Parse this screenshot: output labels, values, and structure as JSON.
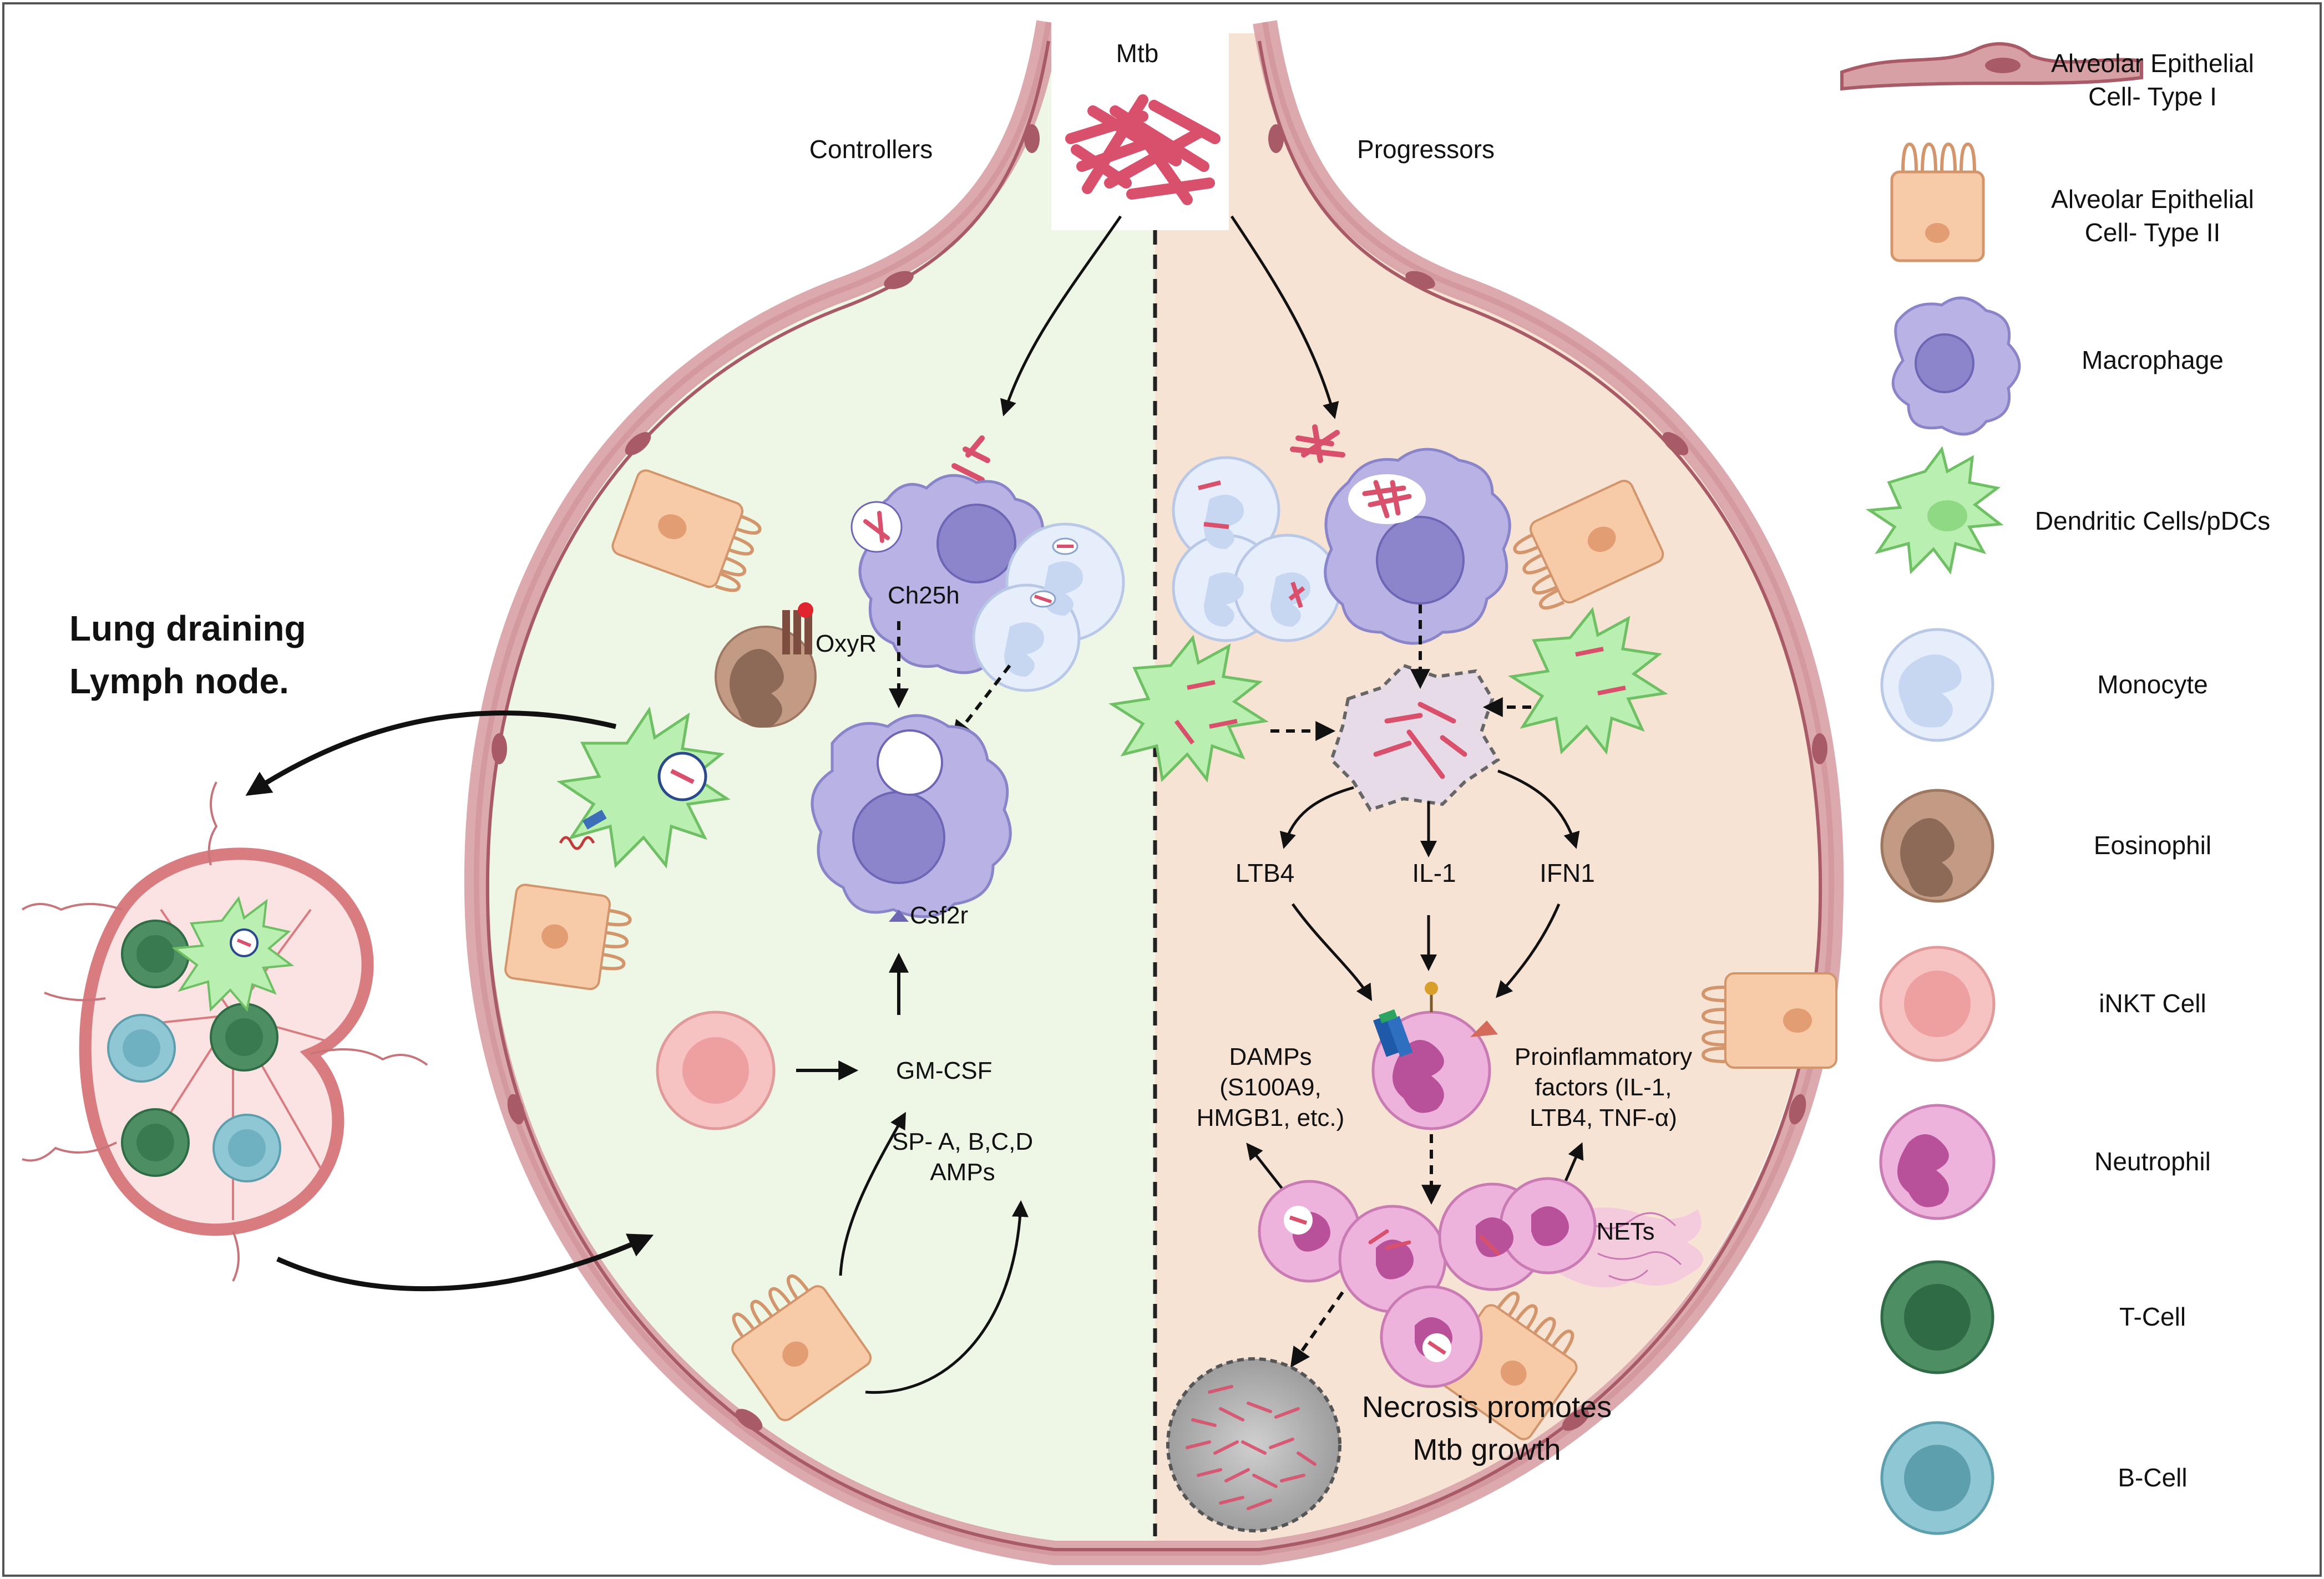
{
  "colors": {
    "controllers_bg": "#eef6e6",
    "progressors_bg": "#f7e3d4",
    "epithelium": "#d7a0a5",
    "epithelium_dark": "#a85a66",
    "macrophage": "#b8b3e4",
    "dendritic": "#b9efb0",
    "monocyte": "#e6eefb",
    "eosinophil": "#c39a83",
    "inkt": "#f6c3c2",
    "neutrophil": "#edb3dc",
    "tcell": "#4d8e62",
    "bcell": "#8fc7d4",
    "mtb": "#d9506d",
    "type2": "#f7cba8"
  },
  "top": {
    "mtb_label": "Mtb",
    "controllers_label": "Controllers",
    "progressors_label": "Progressors"
  },
  "lymph": {
    "title_line1": "Lung draining",
    "title_line2": "Lymph node."
  },
  "controllers": {
    "ch25h": "Ch25h",
    "oxyr": "OxyR",
    "csf2r": "Csf2r",
    "gmcsf": "GM-CSF",
    "sp_line1": "SP- A, B,C,D",
    "sp_line2": "AMPs"
  },
  "progressors": {
    "ltb4": "LTB4",
    "il1": "IL-1",
    "ifn1": "IFN1",
    "damps_line1": "DAMPs",
    "damps_line2": "(S100A9,",
    "damps_line3": "HMGB1, etc.)",
    "proinf_line1": "Proinflammatory",
    "proinf_line2": "factors (IL-1,",
    "proinf_line3": "LTB4, TNF-α)",
    "nets": "NETs",
    "necrosis_line1": "Necrosis promotes",
    "necrosis_line2": "Mtb growth"
  },
  "legend": {
    "items": [
      {
        "line1": "Alveolar Epithelial",
        "line2": "Cell- Type I",
        "icon": "type1-cell-icon"
      },
      {
        "line1": "Alveolar Epithelial",
        "line2": "Cell- Type II",
        "icon": "type2-cell-icon"
      },
      {
        "line1": "Macrophage",
        "line2": "",
        "icon": "macrophage-icon"
      },
      {
        "line1": "Dendritic Cells/pDCs",
        "line2": "",
        "icon": "dendritic-cell-icon"
      },
      {
        "line1": "Monocyte",
        "line2": "",
        "icon": "monocyte-icon"
      },
      {
        "line1": "Eosinophil",
        "line2": "",
        "icon": "eosinophil-icon"
      },
      {
        "line1": "iNKT Cell",
        "line2": "",
        "icon": "inkt-cell-icon"
      },
      {
        "line1": "Neutrophil",
        "line2": "",
        "icon": "neutrophil-icon"
      },
      {
        "line1": "T-Cell",
        "line2": "",
        "icon": "t-cell-icon"
      },
      {
        "line1": "B-Cell",
        "line2": "",
        "icon": "b-cell-icon"
      }
    ]
  }
}
